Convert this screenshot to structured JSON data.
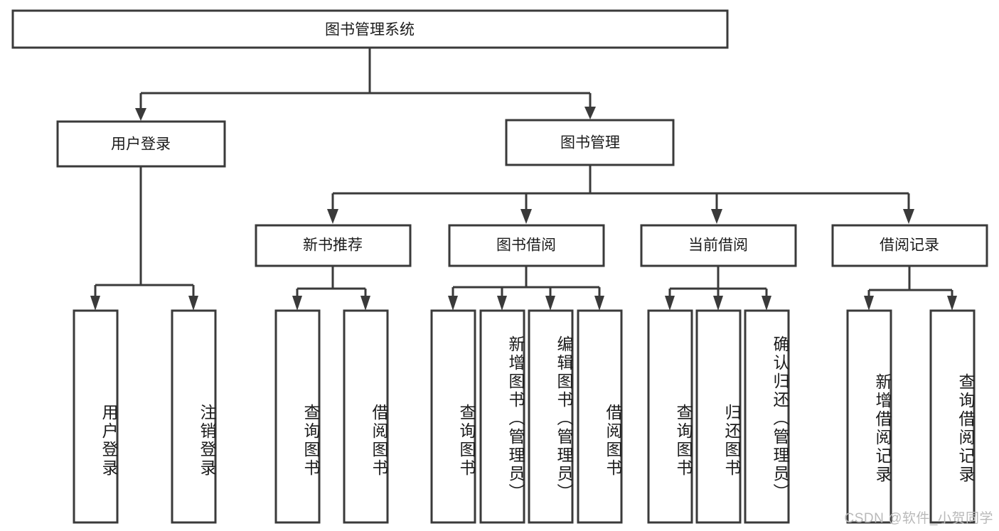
{
  "diagram": {
    "title": "图书管理系统",
    "watermark": "CSDN @软件_小贺同学",
    "type": "tree",
    "orientation": "top-down",
    "colors": {
      "background": "#ffffff",
      "box_fill": "#ffffff",
      "box_stroke": "#3a3a3a",
      "text": "#1b1b1b",
      "watermark": "#b9b9b9"
    },
    "root": {
      "label": "图书管理系统",
      "level": 0
    },
    "level1": [
      {
        "label": "用户登录",
        "level": 1
      },
      {
        "label": "图书管理",
        "level": 1
      }
    ],
    "level2": [
      {
        "label": "新书推荐",
        "level": 2,
        "parent": "图书管理"
      },
      {
        "label": "图书借阅",
        "level": 2,
        "parent": "图书管理"
      },
      {
        "label": "当前借阅",
        "level": 2,
        "parent": "图书管理"
      },
      {
        "label": "借阅记录",
        "level": 2,
        "parent": "图书管理"
      }
    ],
    "leaves": {
      "用户登录": [
        "用户登录",
        "注销登录"
      ],
      "新书推荐": [
        "查询图书",
        "借阅图书"
      ],
      "图书借阅": [
        "查询图书",
        "新增图书（管理员）",
        "编辑图书（管理员）",
        "借阅图书"
      ],
      "当前借阅": [
        "查询图书",
        "归还图书",
        "确认归还（管理员）"
      ],
      "借阅记录": [
        "新增借阅记录",
        "查询借阅记录"
      ]
    },
    "leaf_flat": [
      "用户登录",
      "注销登录",
      "查询图书",
      "借阅图书",
      "查询图书",
      "新增图书（管理员）",
      "编辑图书（管理员）",
      "借阅图书",
      "查询图书",
      "归还图书",
      "确认归还（管理员）",
      "新增借阅记录",
      "查询借阅记录"
    ]
  }
}
